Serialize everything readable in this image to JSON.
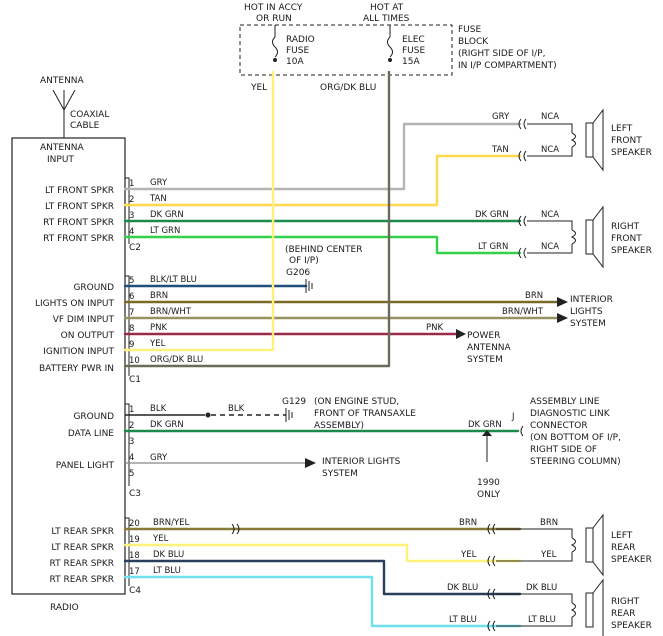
{
  "top": {
    "hot_accy_1": "HOT IN ACCY",
    "hot_accy_2": "OR RUN",
    "hot_all_1": "HOT AT",
    "hot_all_2": "ALL TIMES",
    "radio_fuse_1": "RADIO",
    "radio_fuse_2": "FUSE",
    "radio_fuse_3": "10A",
    "elec_fuse_1": "ELEC",
    "elec_fuse_2": "FUSE",
    "elec_fuse_3": "15A",
    "fuse_block_1": "FUSE",
    "fuse_block_2": "BLOCK",
    "fuse_block_3": "(RIGHT SIDE OF I/P,",
    "fuse_block_4": "IN I/P COMPARTMENT)",
    "yel": "YEL",
    "org_dk_blu": "ORG/DK BLU"
  },
  "antenna": {
    "label": "ANTENNA",
    "coax_1": "COAXIAL",
    "coax_2": "CABLE"
  },
  "radio": {
    "antenna_input_1": "ANTENNA",
    "antenna_input_2": "INPUT",
    "label": "RADIO",
    "lt_front_spkr_a": "LT FRONT SPKR",
    "lt_front_spkr_b": "LT FRONT SPKR",
    "rt_front_spkr_a": "RT FRONT SPKR",
    "rt_front_spkr_b": "RT FRONT SPKR",
    "ground": "GROUND",
    "lights_on_input": "LIGHTS ON INPUT",
    "vf_dim_input": "VF DIM INPUT",
    "on_output": "ON OUTPUT",
    "ignition_input": "IGNITION INPUT",
    "battery_pwr_in": "BATTERY PWR IN",
    "ground_2": "GROUND",
    "data_line": "DATA LINE",
    "panel_light": "PANEL LIGHT",
    "lt_rear_spkr_a": "LT REAR SPKR",
    "lt_rear_spkr_b": "LT REAR SPKR",
    "rt_rear_spkr_a": "RT REAR SPKR",
    "rt_rear_spkr_b": "RT REAR SPKR",
    "c1": "C1",
    "c2": "C2",
    "c3": "C3",
    "c4": "C4"
  },
  "pins": {
    "p1": "1",
    "p2": "2",
    "p3": "3",
    "p4": "4",
    "p5": "5",
    "p6": "6",
    "p7": "7",
    "p8": "8",
    "p9": "9",
    "p10": "10",
    "q1": "1",
    "q2": "2",
    "q3": "3",
    "q4": "4",
    "q5": "5",
    "r20": "20",
    "r19": "19",
    "r18": "18",
    "r17": "17"
  },
  "wires": {
    "gry": "GRY",
    "tan": "TAN",
    "dk_grn": "DK GRN",
    "lt_grn": "LT GRN",
    "blk_lt_blu": "BLK/LT BLU",
    "brn": "BRN",
    "brn_wht": "BRN/WHT",
    "pnk": "PNK",
    "yel": "YEL",
    "org_dk_blu": "ORG/DK BLU",
    "blk": "BLK",
    "dk_grn_2": "DK GRN",
    "gry_2": "GRY",
    "brn_yel": "BRN/YEL",
    "yel_2": "YEL",
    "dk_blu": "DK BLU",
    "lt_blu": "LT BLU"
  },
  "right": {
    "gry": "GRY",
    "tan": "TAN",
    "nca_1": "NCA",
    "nca_2": "NCA",
    "left_front_1": "LEFT",
    "left_front_2": "FRONT",
    "left_front_3": "SPEAKER",
    "dk_grn": "DK GRN",
    "lt_grn": "LT GRN",
    "nca_3": "NCA",
    "nca_4": "NCA",
    "right_front_1": "RIGHT",
    "right_front_2": "FRONT",
    "right_front_3": "SPEAKER",
    "brn": "BRN",
    "brn_wht": "BRN/WHT",
    "interior_lights_1": "INTERIOR",
    "interior_lights_2": "LIGHTS",
    "interior_lights_3": "SYSTEM",
    "pnk": "PNK",
    "power_antenna_1": "POWER",
    "power_antenna_2": "ANTENNA",
    "power_antenna_3": "SYSTEM",
    "behind_center_1": "(BEHIND CENTER",
    "behind_center_2": "OF I/P)",
    "g206": "G206",
    "blk": "BLK",
    "g129": "G129",
    "engine_stud_1": "(ON ENGINE STUD,",
    "engine_stud_2": "FRONT OF TRANSAXLE",
    "engine_stud_3": "ASSEMBLY)",
    "dk_grn_2": "DK GRN",
    "j": "J",
    "assembly_line_1": "ASSEMBLY LINE",
    "assembly_line_2": "DIAGNOSTIC LINK",
    "assembly_line_3": "CONNECTOR",
    "assembly_line_4": "(ON BOTTOM OF I/P,",
    "assembly_line_5": "RIGHT SIDE OF",
    "assembly_line_6": "STEERING COLUMN)",
    "year_1": "1990",
    "year_2": "ONLY",
    "interior_lights_4": "INTERIOR LIGHTS",
    "interior_lights_5": "SYSTEM",
    "brn_r1": "BRN",
    "brn_r2": "BRN",
    "yel_r1": "YEL",
    "yel_r2": "YEL",
    "left_rear_1": "LEFT",
    "left_rear_2": "REAR",
    "left_rear_3": "SPEAKER",
    "dk_blu_r1": "DK BLU",
    "dk_blu_r2": "DK BLU",
    "lt_blu_r1": "LT BLU",
    "lt_blu_r2": "LT BLU",
    "right_rear_1": "RIGHT",
    "right_rear_2": "REAR",
    "right_rear_3": "SPEAKER"
  },
  "colors": {
    "gry": "#b4b4b4",
    "tan": "#ffd84d",
    "dk_grn": "#1c8a4a",
    "lt_grn": "#33d04a",
    "blk_lt_blu": "#1f4f7a",
    "brn": "#7a6a28",
    "brn_wht": "#9a9162",
    "pnk": "#9a2a4a",
    "yel": "#fff27a",
    "org_dk_blu": "#6b6b58",
    "blk": "#222222",
    "brn_yel": "#8a7a3a",
    "dk_blu": "#2b3e5a",
    "lt_blu": "#6ee0ee"
  }
}
